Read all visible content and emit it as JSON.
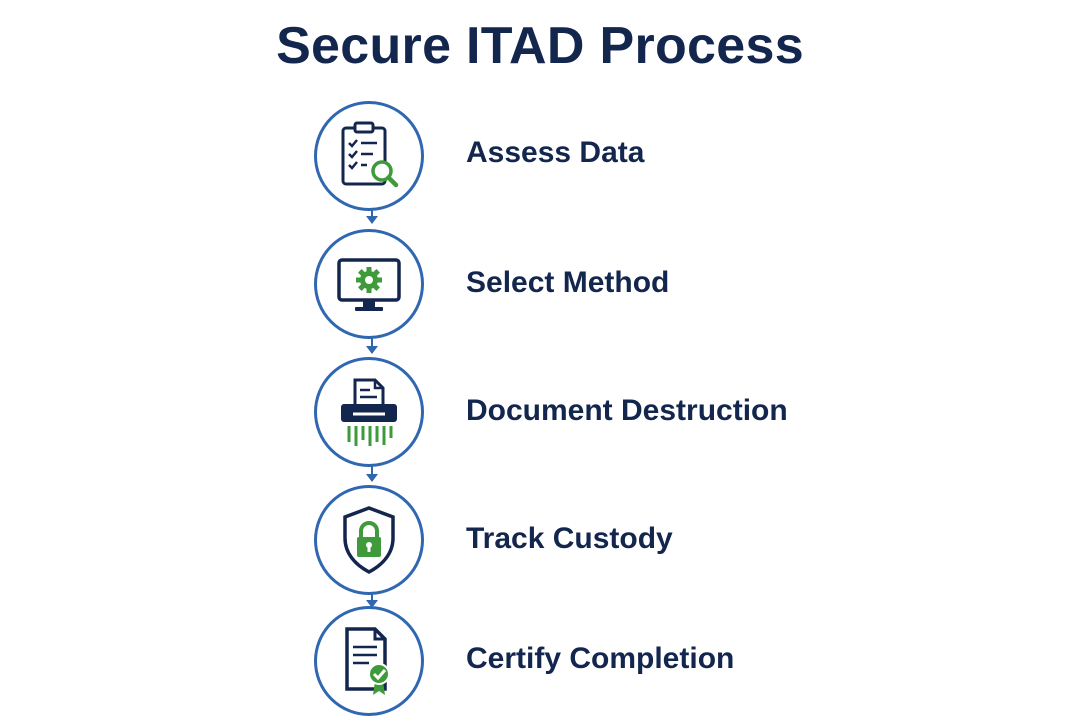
{
  "title": "Secure ITAD Process",
  "colors": {
    "navy": "#13264e",
    "blue": "#2f67b0",
    "green": "#3e9a3a"
  },
  "steps": [
    {
      "label": "Assess Data",
      "icon": "clipboard-magnifier-icon"
    },
    {
      "label": "Select Method",
      "icon": "monitor-gear-icon"
    },
    {
      "label": "Document Destruction",
      "icon": "shredder-icon"
    },
    {
      "label": "Track Custody",
      "icon": "shield-lock-icon"
    },
    {
      "label": "Certify Completion",
      "icon": "certificate-icon"
    }
  ]
}
